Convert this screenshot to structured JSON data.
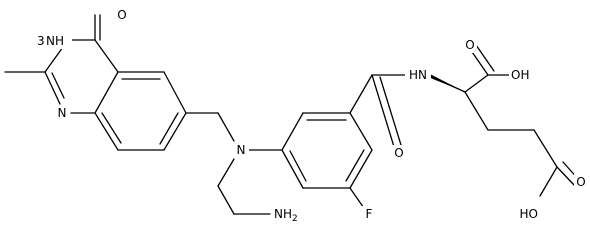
{
  "structure": {
    "atom_labels": {
      "quinazolinone_oxygen": "O",
      "quinazolinone_nh": "NH",
      "quinazolinone_ring_n": "N",
      "amine_n": "N",
      "amide_nh": "HN",
      "amide_oxygen": "O",
      "alpha_acid_oxygen": "O",
      "alpha_acid_oh": "OH",
      "side_chain_acid_oxygen": "O",
      "side_chain_acid_ho": "HO",
      "fluorine": "F",
      "amino_group": "NH2",
      "h_number": "3",
      "h_text": "H"
    }
  }
}
